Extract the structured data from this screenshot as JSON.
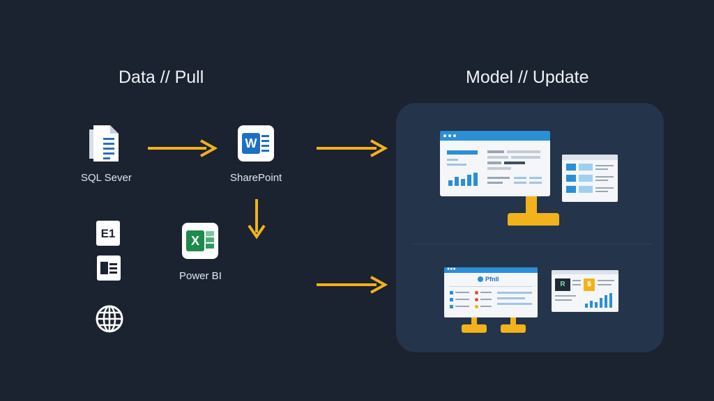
{
  "headings": {
    "left": "Data // Pull",
    "right": "Model // Update"
  },
  "sources": {
    "sql": {
      "label": "SQL Sever",
      "icon": "document-icon"
    },
    "sharepoint": {
      "label": "SharePoint",
      "icon": "word-icon",
      "glyph": "W"
    },
    "powerbi": {
      "label": "Power BI",
      "icon": "excel-icon",
      "glyph": "X"
    },
    "file_a": {
      "icon": "e1-file-icon",
      "glyph": "E1"
    },
    "file_b": {
      "icon": "list-file-icon"
    },
    "web": {
      "icon": "globe-icon"
    }
  },
  "screens": {
    "lower_title": "Pfnll",
    "lower_tag": "●●●",
    "lower_small_left": "R",
    "lower_small_right": "$"
  },
  "colors": {
    "background": "#1b2230",
    "panel": "#24344b",
    "arrow": "#f2b21c",
    "accent_blue": "#2a8fd6",
    "excel_green": "#1f8a4c",
    "word_blue": "#1e6fc4"
  }
}
